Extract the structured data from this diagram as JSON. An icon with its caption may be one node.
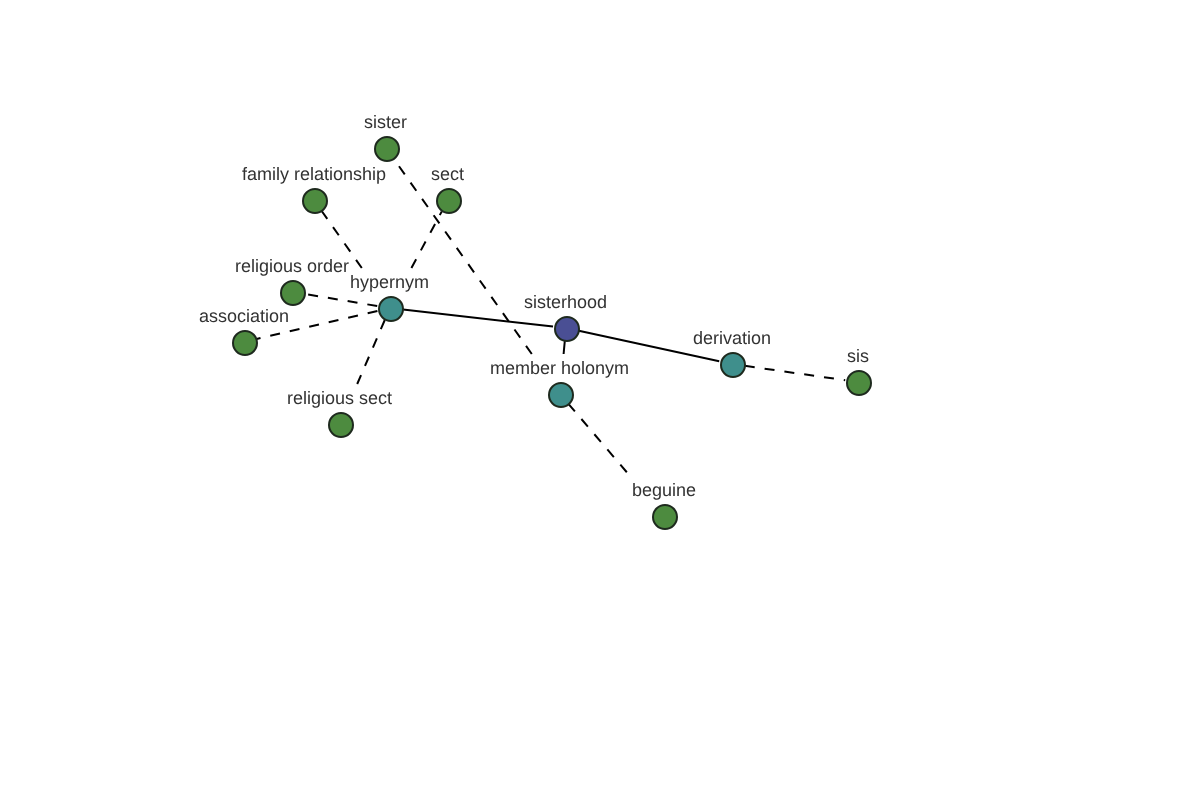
{
  "diagram": {
    "nodes": [
      {
        "text": [
          "sister"
        ]
      },
      {
        "text": [
          "family relationship"
        ]
      },
      {
        "text": [
          "sect"
        ]
      },
      {
        "text": [
          "religious order"
        ]
      },
      {
        "text": [
          "hypernym"
        ]
      },
      {
        "text": [
          "sisterhood"
        ]
      },
      {
        "text": [
          "association"
        ]
      },
      {
        "text": [
          "derivation"
        ]
      },
      {
        "text": [
          "sis"
        ]
      },
      {
        "text": [
          "member holonym"
        ]
      },
      {
        "text": [
          "religious sect"
        ]
      },
      {
        "text": [
          "beguine"
        ]
      }
    ],
    "edges": [
      {
        "from": 5,
        "to": 4,
        "arrow": "none"
      },
      {
        "from": 5,
        "to": 9,
        "arrow": "none"
      },
      {
        "from": 5,
        "to": 7,
        "arrow": "none"
      },
      {
        "from": 4,
        "to": 1,
        "arrow": "none",
        "style": "dashed"
      },
      {
        "from": 4,
        "to": 3,
        "arrow": "none",
        "style": "dashed"
      },
      {
        "from": 4,
        "to": 6,
        "arrow": "none",
        "style": "dashed"
      },
      {
        "from": 4,
        "to": 10,
        "arrow": "none",
        "style": "dashed"
      },
      {
        "from": 4,
        "to": 2,
        "arrow": "none",
        "style": "dashed"
      },
      {
        "from": 9,
        "to": 0,
        "arrow": "none",
        "style": "dashed"
      },
      {
        "from": 9,
        "to": 11,
        "arrow": "none",
        "style": "dashed"
      },
      {
        "from": 7,
        "to": 8,
        "arrow": "none",
        "style": "dashed"
      }
    ]
  }
}
